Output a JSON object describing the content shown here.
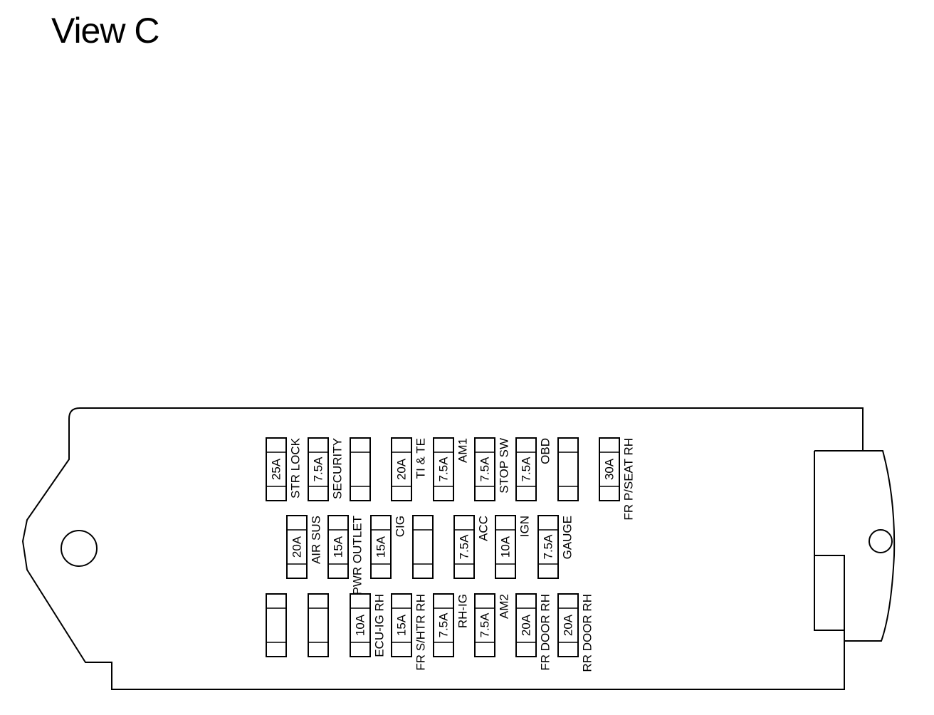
{
  "title": "View C",
  "fuses": [
    {
      "amp": "25A",
      "label": "STR LOCK"
    },
    {
      "amp": "7.5A",
      "label": "SECURITY"
    },
    {
      "amp": "",
      "label": ""
    },
    {
      "amp": "20A",
      "label": "TI & TE"
    },
    {
      "amp": "7.5A",
      "label": "AM1"
    },
    {
      "amp": "7.5A",
      "label": "STOP SW"
    },
    {
      "amp": "7.5A",
      "label": "OBD"
    },
    {
      "amp": "",
      "label": ""
    },
    {
      "amp": "30A",
      "label": "FR P/SEAT RH"
    },
    {
      "amp": "20A",
      "label": "AIR SUS"
    },
    {
      "amp": "15A",
      "label": "PWR OUTLET"
    },
    {
      "amp": "15A",
      "label": "CIG"
    },
    {
      "amp": "",
      "label": ""
    },
    {
      "amp": "7.5A",
      "label": "ACC"
    },
    {
      "amp": "10A",
      "label": "IGN"
    },
    {
      "amp": "7.5A",
      "label": "GAUGE"
    },
    {
      "amp": "",
      "label": ""
    },
    {
      "amp": "",
      "label": ""
    },
    {
      "amp": "10A",
      "label": "ECU-IG RH"
    },
    {
      "amp": "15A",
      "label": "FR S/HTR RH"
    },
    {
      "amp": "7.5A",
      "label": "RH-IG"
    },
    {
      "amp": "7.5A",
      "label": "AM2"
    },
    {
      "amp": "20A",
      "label": "FR DOOR RH"
    },
    {
      "amp": "20A",
      "label": "RR DOOR RH"
    }
  ]
}
